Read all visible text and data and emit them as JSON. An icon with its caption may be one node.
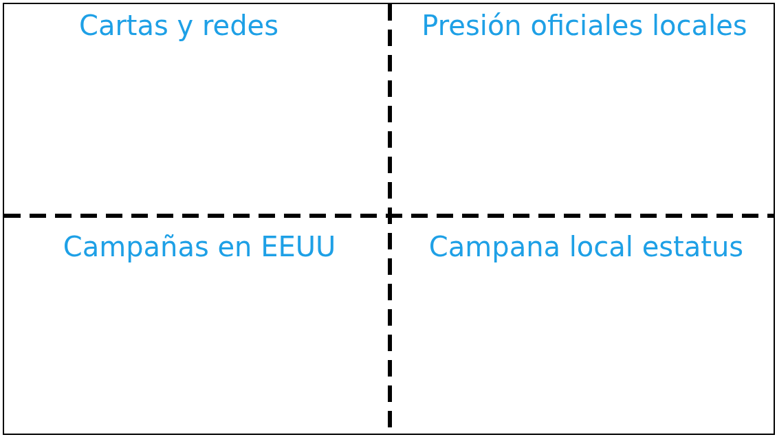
{
  "diagram": {
    "labels": [
      "Cartas y redes",
      "Presión oficiales locales",
      "Campañas en EEUU",
      "Campana local estatus"
    ]
  }
}
